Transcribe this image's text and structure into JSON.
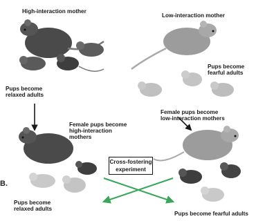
{
  "labels": {
    "high_mother": "High-interaction mother",
    "low_mother": "Low-interaction mother",
    "pups_relaxed_top_line1": "Pups become",
    "pups_relaxed_top_line2": "relaxed adults",
    "pups_fearful_top_line1": "Pups become",
    "pups_fearful_top_line2": "fearful adults",
    "female_high_line1": "Female pups become",
    "female_high_line2": "high-interaction",
    "female_high_line3": "mothers",
    "female_low_line1": "Female pups become",
    "female_low_line2": "low-interaction mothers",
    "cross_line1": "Cross-fostering",
    "cross_line2": "experiment",
    "pups_relaxed_bottom_line1": "Pups become",
    "pups_relaxed_bottom_line2": "relaxed adults",
    "pups_fearful_bottom": "Pups become fearful adults",
    "panel_mark": "B."
  },
  "colors": {
    "arrow_black": "#1a1a1a",
    "arrow_green": "#3aa65a",
    "dark_rat": "#4a4a4a",
    "light_rat": "#9c9c9c",
    "pale_pup": "#c9c9c9"
  }
}
